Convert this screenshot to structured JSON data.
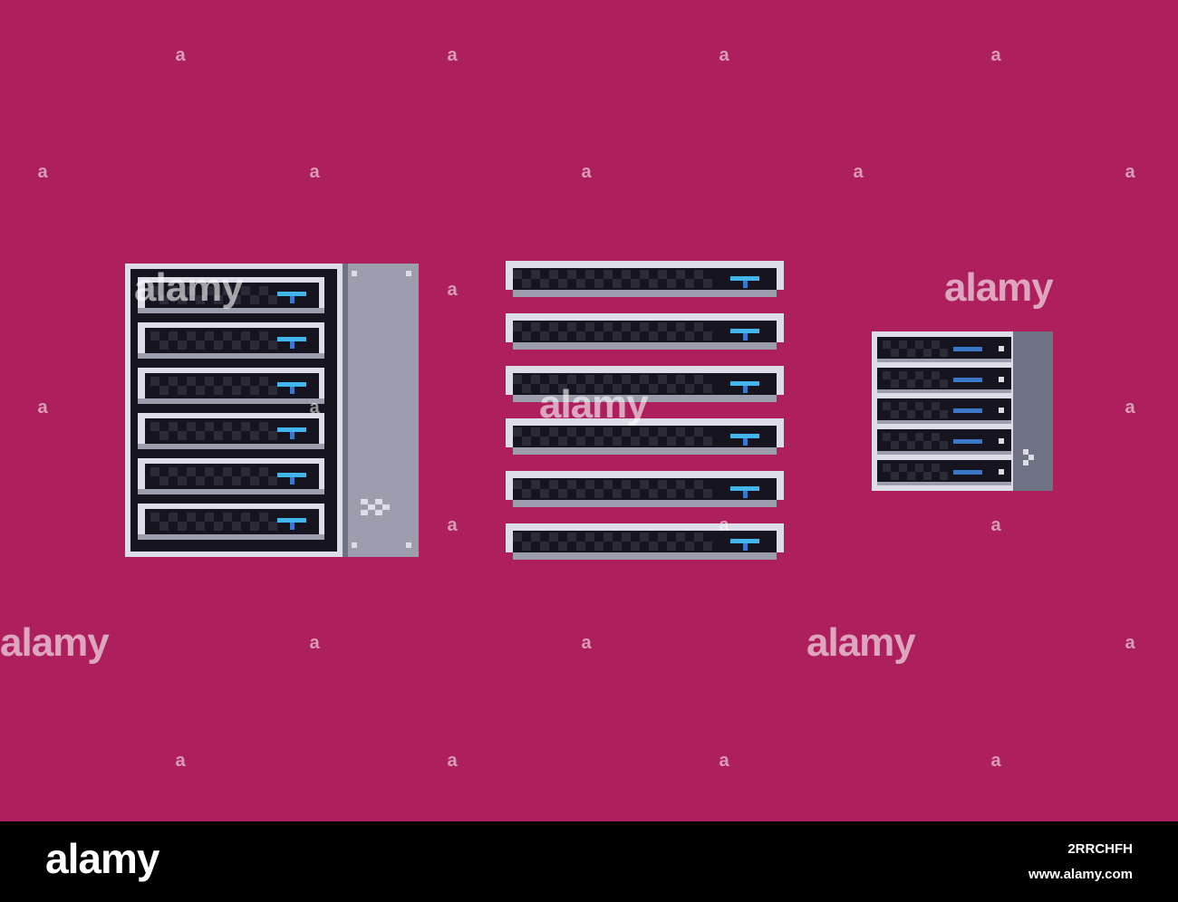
{
  "colors": {
    "background": "#ae1f5d",
    "frame_light": "#dcdde6",
    "frame_mid": "#9c9ead",
    "frame_dark": "#6f7184",
    "unit_dark": "#16151f",
    "unit_check": "#2b2b38",
    "led": "#42b6ec",
    "led_dark": "#3b78c9",
    "watermark": "#ffffff"
  },
  "watermark": {
    "word": "alamy",
    "letter": "a"
  },
  "footer": {
    "logo": "alamy",
    "image_id": "2RRCHFH",
    "site": "www.alamy.com"
  },
  "graphics": {
    "rack_cabinet_units": 6,
    "loose_server_units": 6,
    "small_server_units": 5
  }
}
